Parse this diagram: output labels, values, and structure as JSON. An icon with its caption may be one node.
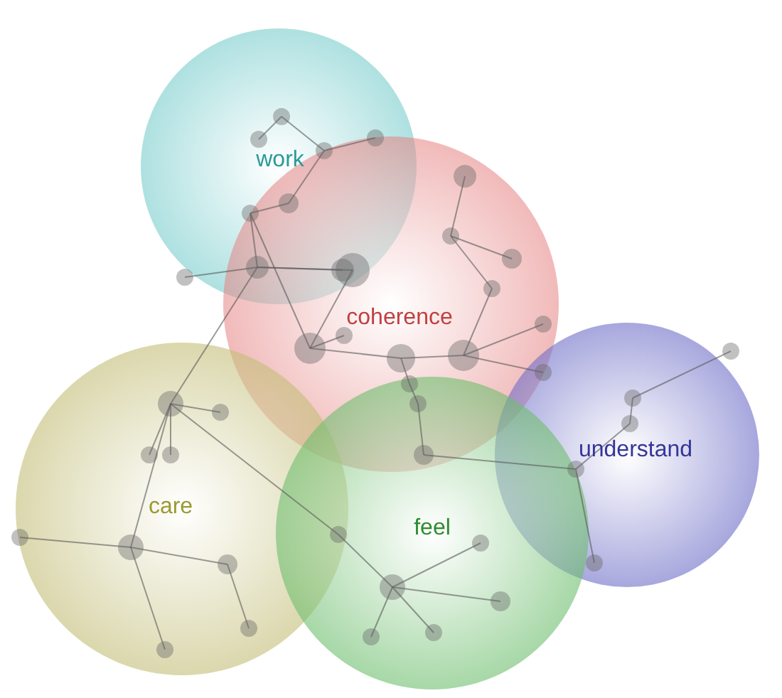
{
  "diagram": {
    "nodes": [
      {
        "text": [
          "work"
        ]
      },
      {
        "text": [
          "coherence"
        ]
      },
      {
        "text": [
          "understand"
        ]
      },
      {
        "text": [
          "care"
        ]
      },
      {
        "text": [
          "feel"
        ]
      }
    ]
  }
}
